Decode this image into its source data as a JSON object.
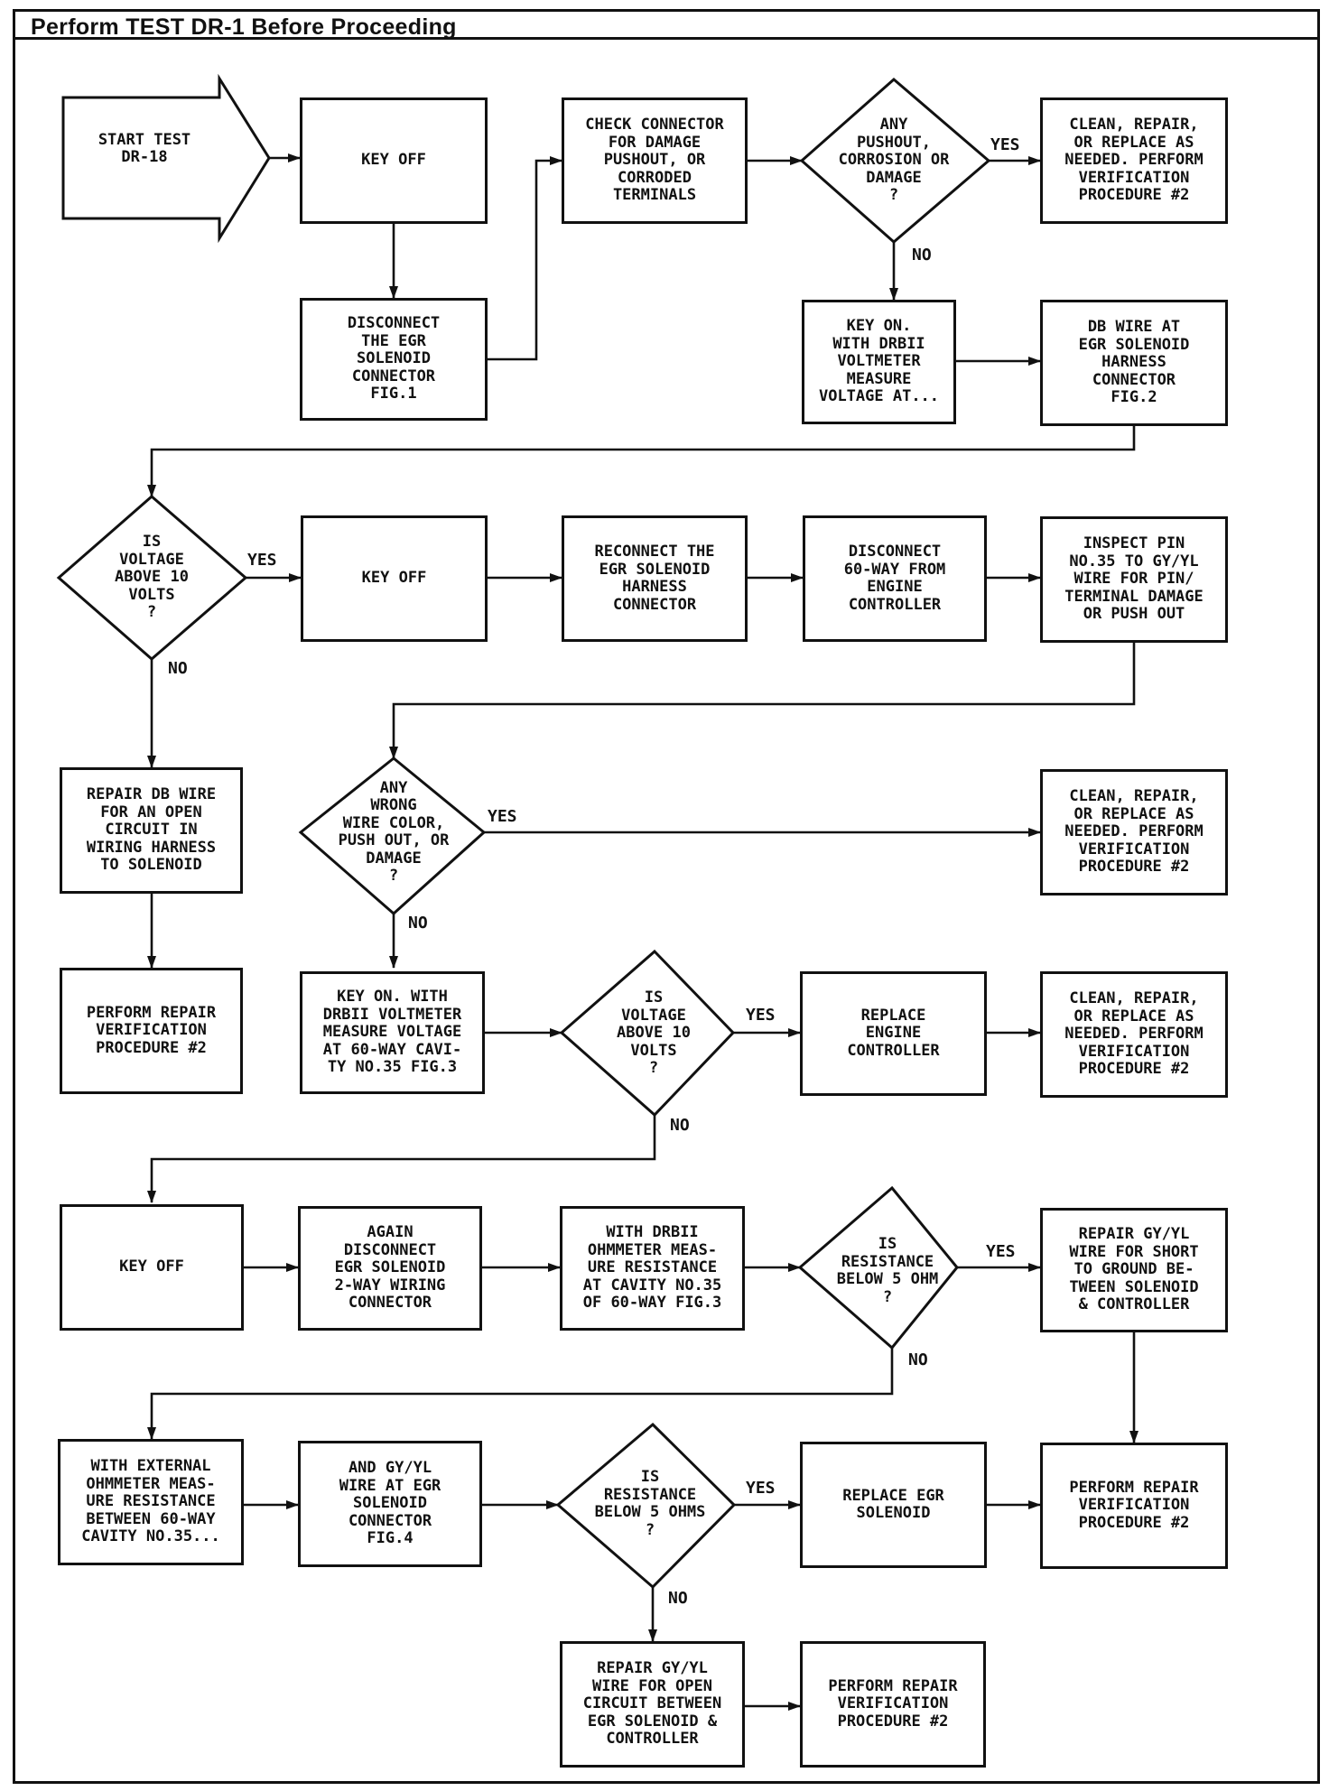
{
  "header": {
    "title": "Perform TEST DR-1 Before Proceeding"
  },
  "nodes": {
    "start": "START TEST\nDR-18",
    "key_off_1": "KEY OFF",
    "disconnect_egr": "DISCONNECT\nTHE EGR\nSOLENOID\nCONNECTOR\nFIG.1",
    "check_connector": "CHECK CONNECTOR\nFOR DAMAGE\nPUSHOUT, OR\nCORRODED\nTERMINALS",
    "q_pushout": "ANY\nPUSHOUT,\nCORROSION OR\nDAMAGE\n?",
    "clean_repair_1": "CLEAN, REPAIR,\nOR REPLACE AS\nNEEDED. PERFORM\nVERIFICATION\nPROCEDURE #2",
    "key_on_measure": "KEY ON.\nWITH DRBII\nVOLTMETER\nMEASURE\nVOLTAGE AT...",
    "db_wire": "DB WIRE AT\nEGR SOLENOID\nHARNESS\nCONNECTOR\nFIG.2",
    "q_voltage_1": "IS\nVOLTAGE\nABOVE 10\nVOLTS\n?",
    "key_off_2": "KEY OFF",
    "reconnect_egr": "RECONNECT THE\nEGR SOLENOID\nHARNESS\nCONNECTOR",
    "disconnect_60way": "DISCONNECT\n60-WAY FROM\nENGINE\nCONTROLLER",
    "inspect_pin": "INSPECT PIN\nNO.35 TO GY/YL\nWIRE FOR PIN/\nTERMINAL DAMAGE\nOR PUSH OUT",
    "repair_db_wire": "REPAIR DB WIRE\nFOR AN OPEN\nCIRCUIT IN\nWIRING HARNESS\nTO SOLENOID",
    "q_wrong_wire": "ANY\nWRONG\nWIRE COLOR,\nPUSH OUT, OR\nDAMAGE\n?",
    "clean_repair_2": "CLEAN, REPAIR,\nOR REPLACE AS\nNEEDED. PERFORM\nVERIFICATION\nPROCEDURE #2",
    "perform_repair_1": "PERFORM REPAIR\nVERIFICATION\nPROCEDURE #2",
    "key_on_cavity": "KEY ON. WITH\nDRBII VOLTMETER\nMEASURE VOLTAGE\nAT 60-WAY CAVI-\nTY NO.35 FIG.3",
    "q_voltage_2": "IS\nVOLTAGE\nABOVE 10\nVOLTS\n?",
    "replace_controller": "REPLACE\nENGINE\nCONTROLLER",
    "clean_repair_3": "CLEAN, REPAIR,\nOR REPLACE AS\nNEEDED. PERFORM\nVERIFICATION\nPROCEDURE #2",
    "key_off_3": "KEY OFF",
    "again_disconnect": "AGAIN\nDISCONNECT\nEGR SOLENOID\n2-WAY WIRING\nCONNECTOR",
    "ohmmeter_measure": "WITH DRBII\nOHMMETER MEAS-\nURE RESISTANCE\nAT CAVITY NO.35\nOF 60-WAY FIG.3",
    "q_resistance_1": "IS\nRESISTANCE\nBELOW 5 OHM\n?",
    "repair_gy_short": "REPAIR GY/YL\nWIRE FOR SHORT\nTO GROUND BE-\nTWEEN SOLENOID\n& CONTROLLER",
    "external_ohmmeter": "WITH EXTERNAL\nOHMMETER MEAS-\nURE RESISTANCE\nBETWEEN 60-WAY\nCAVITY NO.35...",
    "and_gy_wire": "AND GY/YL\nWIRE AT EGR\nSOLENOID\nCONNECTOR\nFIG.4",
    "q_resistance_2": "IS\nRESISTANCE\nBELOW 5 OHMS\n?",
    "replace_egr": "REPLACE EGR\nSOLENOID",
    "perform_repair_2": "PERFORM REPAIR\nVERIFICATION\nPROCEDURE #2",
    "repair_gy_open": "REPAIR GY/YL\nWIRE FOR OPEN\nCIRCUIT BETWEEN\nEGR SOLENOID &\nCONTROLLER",
    "perform_repair_3": "PERFORM REPAIR\nVERIFICATION\nPROCEDURE #2"
  },
  "edge_labels": {
    "yes": "YES",
    "no": "NO"
  }
}
